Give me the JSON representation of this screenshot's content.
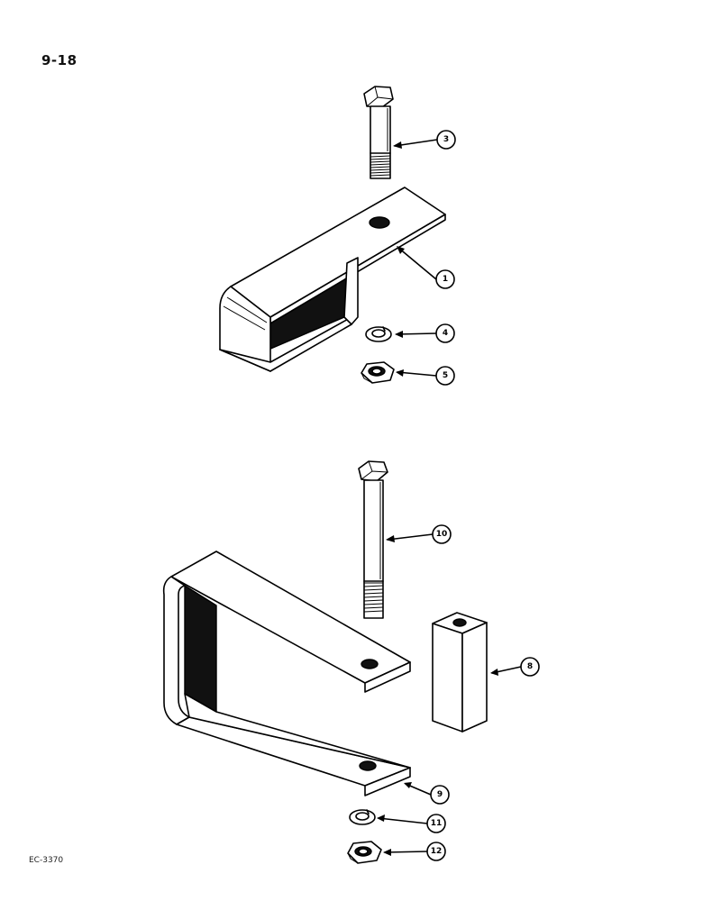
{
  "header": {
    "page_number": "9-18"
  },
  "footer": {
    "drawing_code": "EC-3370"
  },
  "callouts": {
    "c1": "1",
    "c3": "3",
    "c4": "4",
    "c5": "5",
    "c8": "8",
    "c9": "9",
    "c10": "10",
    "c11": "11",
    "c12": "12"
  },
  "icons": [
    "bolt-icon",
    "bracket-icon",
    "lock-washer-icon",
    "hex-nut-icon",
    "spacer-icon"
  ]
}
